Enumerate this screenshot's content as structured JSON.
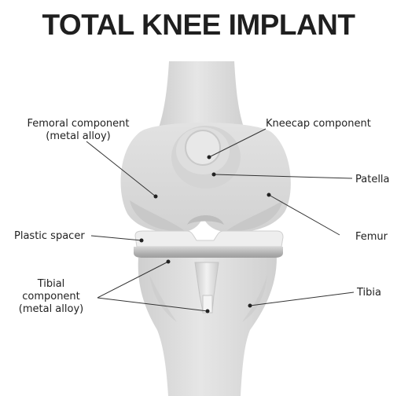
{
  "title": "TOTAL KNEE IMPLANT",
  "labels": {
    "femoral_component": [
      "Femoral component",
      "(metal alloy)"
    ],
    "kneecap_component": "Kneecap component",
    "patella": "Patella",
    "femur": "Femur",
    "plastic_spacer": "Plastic spacer",
    "tibial_component": [
      "Tibial",
      "component",
      "(metal alloy)"
    ],
    "tibia": "Tibia"
  },
  "colors": {
    "bone": "#dcdcdc",
    "bone_shadow": "#c6c6c6",
    "metal": "#b9b9b9",
    "spacer": "#e9e9e9",
    "leader": "#333333",
    "title": "#1f1f1f"
  }
}
